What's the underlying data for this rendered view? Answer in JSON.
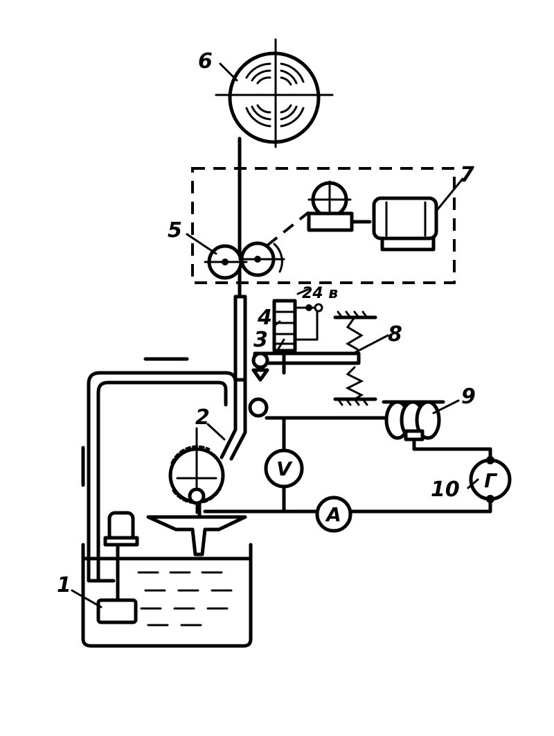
{
  "labels": {
    "l1": "1",
    "l2": "2",
    "l3": "3",
    "l4": "4",
    "l5": "5",
    "l6": "6",
    "l7": "7",
    "l8": "8",
    "l9": "9",
    "l10": "10",
    "voltage": "24 в"
  },
  "meters": {
    "voltmeter": "V",
    "ammeter": "A",
    "generator": "Г"
  }
}
